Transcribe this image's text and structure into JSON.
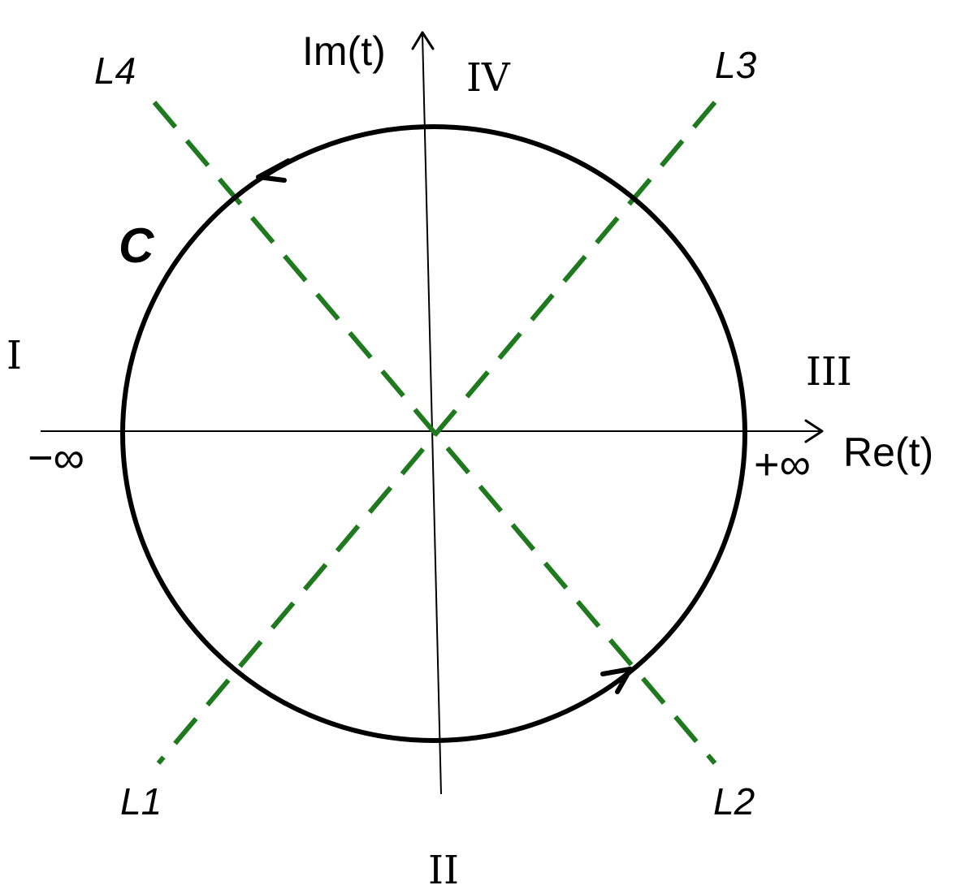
{
  "axes": {
    "real_label": "Re(t)",
    "imag_label": "Im(t)"
  },
  "infinity": {
    "minus": "−∞",
    "plus": "+∞"
  },
  "regions": {
    "r1": "I",
    "r2": "II",
    "r3": "III",
    "r4": "IV"
  },
  "lines": {
    "l1": "L1",
    "l2": "L2",
    "l3": "L3",
    "l4": "L4"
  },
  "contour": {
    "label": "C"
  },
  "colors": {
    "contour": "#000000",
    "dashed_lines": "#1f7a1f",
    "axes": "#000000",
    "text": "#000000"
  }
}
